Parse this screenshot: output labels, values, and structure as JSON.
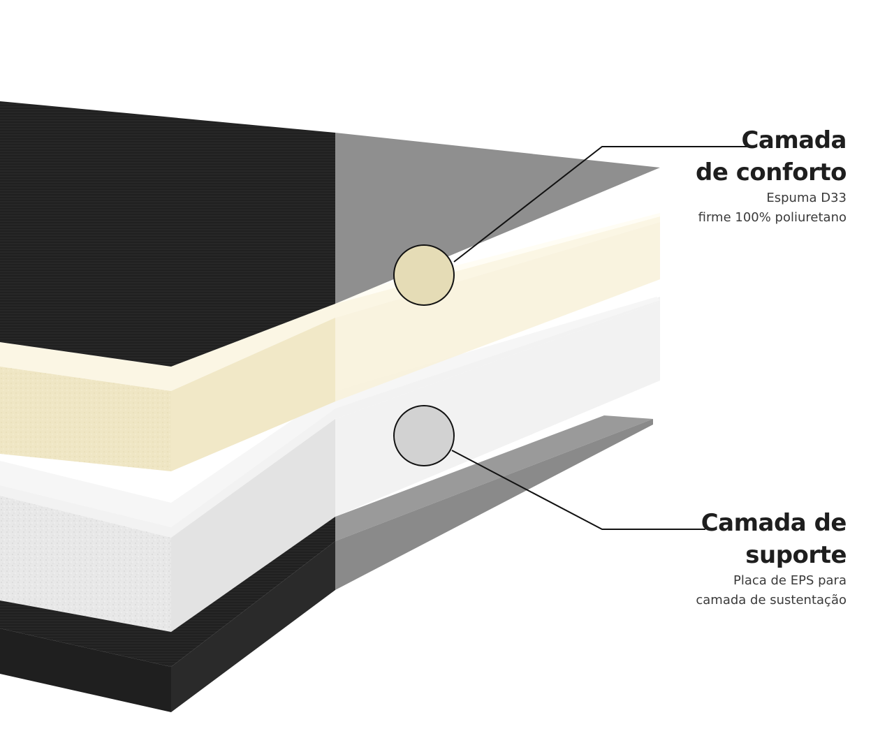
{
  "callouts": {
    "comfort": {
      "title_line1": "Camada",
      "title_line2": "de conforto",
      "desc_line1": "Espuma D33",
      "desc_line2": "firme 100% poliuretano"
    },
    "support": {
      "title_line1": "Camada de",
      "title_line2": "suporte",
      "desc_line1": "Placa de EPS para",
      "desc_line2": "camada de sustentação"
    }
  },
  "colors": {
    "fabric": "#232323",
    "fabric_faded": "#8c8c8c",
    "foam": "#f3ecd1",
    "foam_side": "#e9dfb8",
    "eps": "#ececec",
    "eps_side": "#dcdcdc",
    "leader_line": "#111111"
  }
}
